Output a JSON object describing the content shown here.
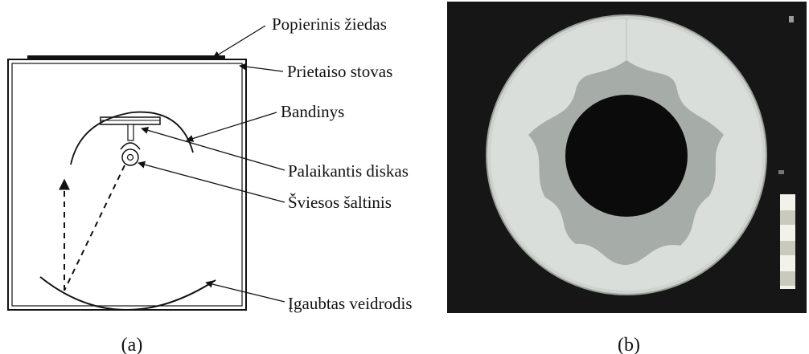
{
  "panel_a": {
    "caption": "(a)",
    "labels": {
      "paper_ring": "Popierinis žiedas",
      "stand": "Prietaiso stovas",
      "sample": "Bandinys",
      "support_disk": "Palaikantis diskas",
      "light_source": "Šviesos šaltinis",
      "concave_mirror": "Įgaubtas veidrodis"
    }
  },
  "panel_b": {
    "caption": "(b)"
  },
  "colors": {
    "ink": "#111111",
    "photo_background": "#161616",
    "disc": "#d8dcd6",
    "star_pattern": "#a4aaa6",
    "center_hole": "#0b0b0b"
  }
}
